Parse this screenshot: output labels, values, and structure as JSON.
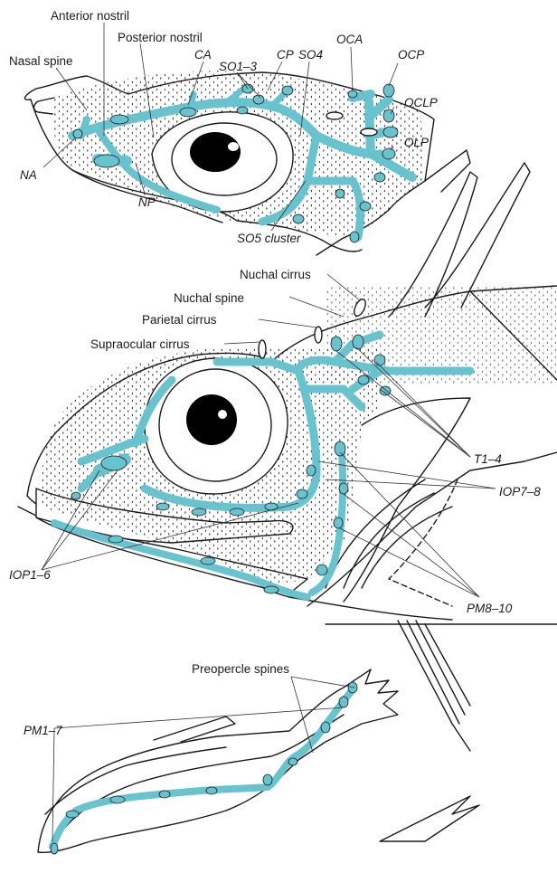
{
  "colors": {
    "canal": "#69c3cf",
    "outline": "#1a1a1a",
    "background": "#ffffff"
  },
  "panel_top": {
    "labels": {
      "anterior_nostril": "Anterior nostril",
      "posterior_nostril": "Posterior nostril",
      "nasal_spine": "Nasal spine",
      "ca": "CA",
      "so1_3": "SO1–3",
      "cp": "CP",
      "so4": "SO4",
      "oca": "OCA",
      "ocp": "OCP",
      "oclp": "OCLP",
      "olp": "OLP",
      "na": "NA",
      "np": "NP",
      "so5_cluster": "SO5 cluster"
    }
  },
  "panel_middle": {
    "labels": {
      "nuchal_cirrus": "Nuchal cirrus",
      "nuchal_spine": "Nuchal spine",
      "parietal_cirrus": "Parietal cirrus",
      "supraocular_cirrus": "Supraocular cirrus",
      "t1_4": "T1–4",
      "iop7_8": "IOP7–8",
      "iop1_6": "IOP1–6",
      "pm8_10": "PM8–10"
    }
  },
  "panel_bottom": {
    "labels": {
      "preopercle_spines": "Preopercle spines",
      "pm1_7": "PM1–7"
    }
  }
}
